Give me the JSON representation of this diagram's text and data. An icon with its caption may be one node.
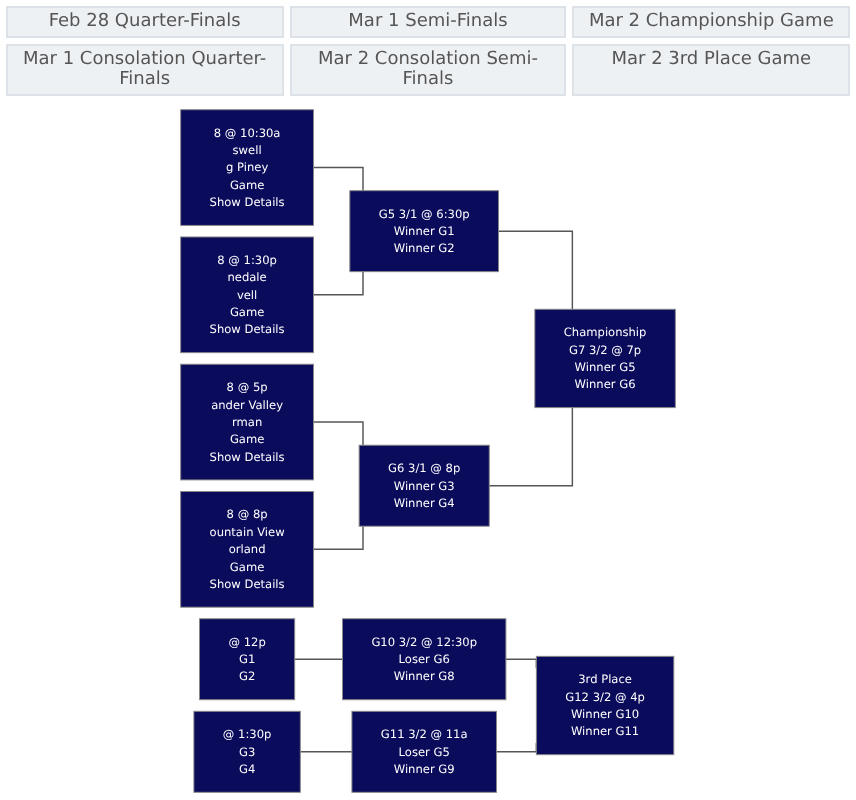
{
  "diagram": {
    "nodes": [
      {
        "text": [
          "8 @ 10:30a",
          "swell",
          "g Piney",
          "Game",
          "Show Details"
        ]
      },
      {
        "text": [
          "8 @ 1:30p",
          "nedale",
          "vell",
          "Game",
          "Show Details"
        ]
      },
      {
        "text": [
          "8 @ 5p",
          "ander Valley",
          "rman",
          "Game",
          "Show Details"
        ]
      },
      {
        "text": [
          "8 @ 8p",
          "ountain View",
          "orland",
          "Game",
          "Show Details"
        ]
      },
      {
        "text": [
          "G5 3/1 @ 6:30p",
          "Winner G1",
          "Winner G2"
        ]
      },
      {
        "text": [
          "G6 3/1 @ 8p",
          "Winner G3",
          "Winner G4"
        ]
      },
      {
        "text": [
          "Championship",
          "G7 3/2 @ 7p",
          "Winner G5",
          "Winner G6"
        ]
      },
      {
        "text": [
          "@ 12p",
          "G1",
          "G2"
        ]
      },
      {
        "text": [
          "@ 1:30p",
          "G3",
          "G4"
        ]
      },
      {
        "text": [
          "G10 3/2 @ 12:30p",
          "Loser G6",
          "Winner G8"
        ]
      },
      {
        "text": [
          "G11 3/2 @ 11a",
          "Loser G5",
          "Winner G9"
        ]
      },
      {
        "text": [
          "3rd Place",
          "G12 3/2 @ 4p",
          "Winner G10",
          "Winner G11"
        ]
      }
    ],
    "edges": [
      {
        "from": 0,
        "to": 4,
        "arrow": "none"
      },
      {
        "from": 1,
        "to": 4,
        "arrow": "none"
      },
      {
        "from": 2,
        "to": 5,
        "arrow": "none"
      },
      {
        "from": 3,
        "to": 5,
        "arrow": "none"
      },
      {
        "from": 4,
        "to": 6,
        "arrow": "none"
      },
      {
        "from": 5,
        "to": 6,
        "arrow": "none"
      },
      {
        "from": 7,
        "to": 9,
        "arrow": "none"
      },
      {
        "from": 8,
        "to": 10,
        "arrow": "none"
      },
      {
        "from": 9,
        "to": 11,
        "arrow": "none"
      },
      {
        "from": 10,
        "to": 11,
        "arrow": "none"
      }
    ],
    "labels": [
      "Feb 28 Quarter-Finals",
      "Mar 1 Semi-Finals",
      "Mar 2 Championship Game",
      "Mar 1 Consolation Quarter-Finals",
      "Mar 2 Consolation Semi-Finals",
      "Mar 2 3rd Place Game"
    ]
  }
}
